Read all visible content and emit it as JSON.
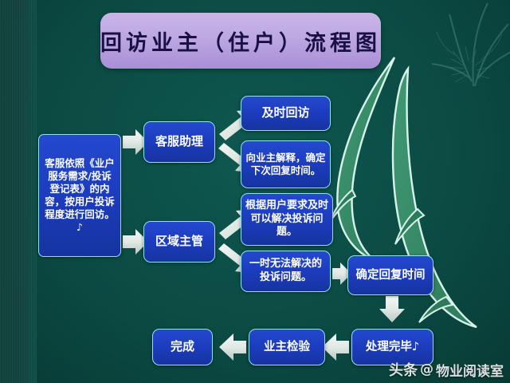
{
  "slide": {
    "title": "回访业主（住户）流程图",
    "background_color": "#0d5048",
    "title_box_color": "#bda7e2",
    "box_color": "#1c3cbe",
    "box_border_color": "#8fe3f2",
    "arrow_color": "#dfe8e4"
  },
  "boxes": {
    "start": "客服依照《业户服务需求/投诉登记表》的内容，按用户投诉程度进行回访。♪",
    "assistant": "客服助理",
    "supervisor": "区域主管",
    "timely_visit": "及时回访",
    "explain_owner": "向业主解释，确定下次回复时间。",
    "solvable": "根据用户要求及时可以解决投诉问题。",
    "unsolvable": "一时无法解决的投诉问题。",
    "confirm_reply_time": "确定回复时间",
    "handled": "处理完毕♪",
    "owner_check": "业主检验",
    "finish": "完成"
  },
  "decorations": {
    "leaf_left": "leaf-shape",
    "leaf_right": "leaf-shape",
    "plant_top_right": "grass-plant-icon"
  },
  "watermark": {
    "brand": "头条",
    "at": "@",
    "account": "物业阅读室"
  }
}
